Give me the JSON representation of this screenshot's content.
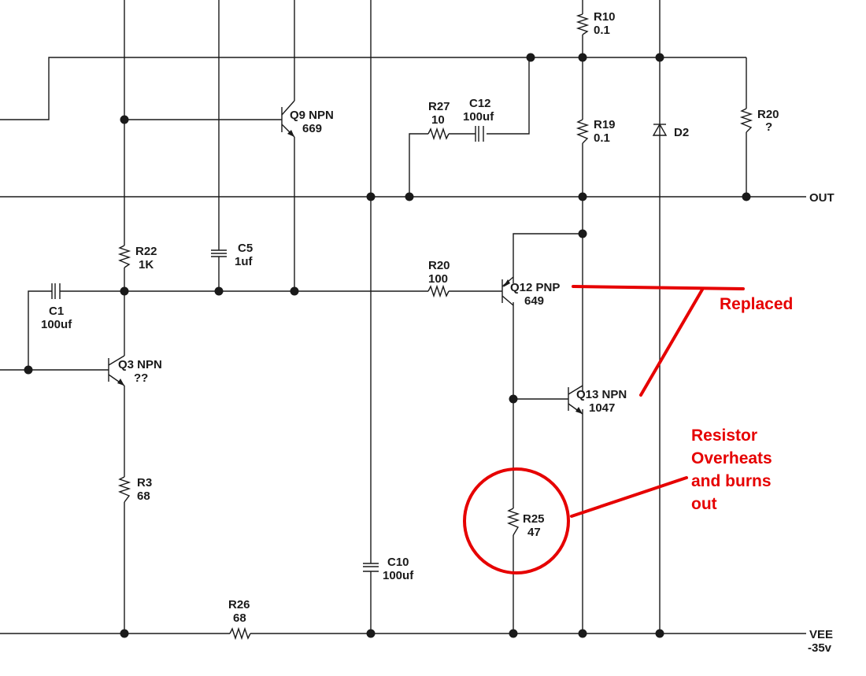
{
  "components": {
    "r10": {
      "name": "R10",
      "value": "0.1"
    },
    "r19": {
      "name": "R19",
      "value": "0.1"
    },
    "r20_top": {
      "name": "R20",
      "value": "?"
    },
    "d2": {
      "name": "D2"
    },
    "r27": {
      "name": "R27",
      "value": "10"
    },
    "c12": {
      "name": "C12",
      "value": "100uf"
    },
    "q9": {
      "name": "Q9 NPN",
      "value": "669"
    },
    "r22": {
      "name": "R22",
      "value": "1K"
    },
    "c5": {
      "name": "C5",
      "value": "1uf"
    },
    "c1": {
      "name": "C1",
      "value": "100uf"
    },
    "r20_mid": {
      "name": "R20",
      "value": "100"
    },
    "q12": {
      "name": "Q12 PNP",
      "value": "649"
    },
    "q3": {
      "name": "Q3 NPN",
      "value": "??"
    },
    "q13": {
      "name": "Q13 NPN",
      "value": "1047"
    },
    "r3": {
      "name": "R3",
      "value": "68"
    },
    "r25": {
      "name": "R25",
      "value": "47"
    },
    "c10": {
      "name": "C10",
      "value": "100uf"
    },
    "r26": {
      "name": "R26",
      "value": "68"
    }
  },
  "nets": {
    "out": "OUT",
    "vee": "VEE",
    "vee_value": "-35v"
  },
  "annotations": {
    "replaced": "Replaced",
    "resistor_note": [
      "Resistor",
      "Overheats",
      "and burns",
      "out"
    ],
    "color": "#e60000"
  }
}
